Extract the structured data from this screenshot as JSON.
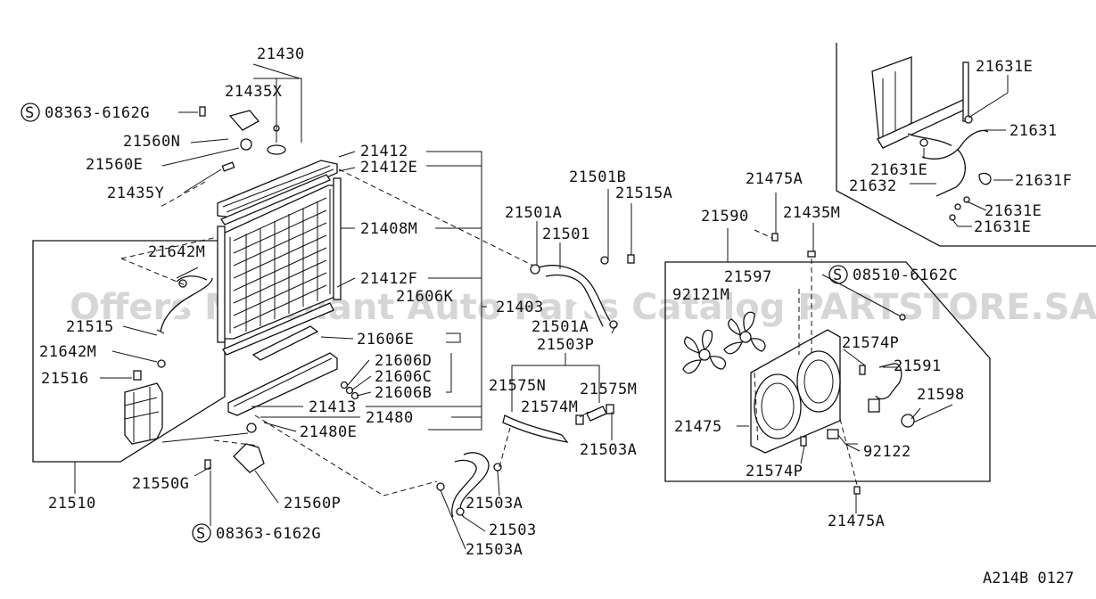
{
  "watermark": "Offers Merchant Auto Parts Catalog PARTSTORE.SA",
  "diagram_code": "A214B 0127",
  "labels": {
    "p21430": "21430",
    "p21435X": "21435X",
    "p08363_top": "08363-6162G",
    "p21560N": "21560N",
    "p21560E": "21560E",
    "p21435Y": "21435Y",
    "p21412": "21412",
    "p21412E": "21412E",
    "p21408M": "21408M",
    "p21412F": "21412F",
    "p21606K": "21606K",
    "p21606E": "21606E",
    "p21606D": "21606D",
    "p21606C": "21606C",
    "p21606B": "21606B",
    "p21413": "21413",
    "p21480": "21480",
    "p21480E": "21480E",
    "p21642M_a": "21642M",
    "p21515": "21515",
    "p21642M_b": "21642M",
    "p21516": "21516",
    "p21510": "21510",
    "p21550G": "21550G",
    "p21560P": "21560P",
    "p08363_bot": "08363-6162G",
    "p21501B": "21501B",
    "p21515A": "21515A",
    "p21501A_a": "21501A",
    "p21501": "21501",
    "p21403": "21403",
    "p21501A_b": "21501A",
    "p21503P": "21503P",
    "p21575N": "21575N",
    "p21575M": "21575M",
    "p21574M": "21574M",
    "p21503A_a": "21503A",
    "p21503A_b": "21503A",
    "p21503": "21503",
    "p21503A_c": "21503A",
    "p21475A_top": "21475A",
    "p21590": "21590",
    "p21435M": "21435M",
    "p21597": "21597",
    "p08510": "08510-6162C",
    "p92121M": "92121M",
    "p21574P_a": "21574P",
    "p21591": "21591",
    "p21598": "21598",
    "p21475": "21475",
    "p92122": "92122",
    "p21574P_b": "21574P",
    "p21475A_bot": "21475A",
    "p21631E_a": "21631E",
    "p21631": "21631",
    "p21631E_b": "21631E",
    "p21632": "21632",
    "p21631F": "21631F",
    "p21631E_c": "21631E",
    "p21631E_d": "21631E"
  },
  "screw_marker": "S",
  "icons": {
    "screw_symbol": "circled-s-icon"
  }
}
